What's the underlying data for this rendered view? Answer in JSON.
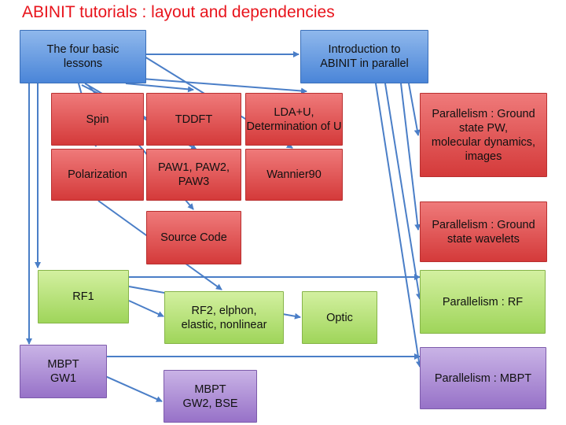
{
  "title": "ABINIT tutorials : layout and dependencies",
  "colors": {
    "title": "#e8141c",
    "arrow": "#4a7ec7",
    "blue": "#4a85d8",
    "red": "#d43a3a",
    "green": "#9fd55a",
    "purple": "#9772c8"
  },
  "boxes": {
    "basic": "The four basic\nlessons",
    "parallel_intro": "Introduction to\nABINIT in parallel",
    "spin": "Spin",
    "tddft": "TDDFT",
    "ldau": "LDA+U,\nDetermination of U",
    "polarization": "Polarization",
    "paw": "PAW1, PAW2,\nPAW3",
    "wannier": "Wannier90",
    "source": "Source Code",
    "par_gs_pw": "Parallelism : Ground\nstate PW,\nmolecular dynamics,\nimages",
    "par_gs_wav": "Parallelism : Ground\nstate wavelets",
    "rf1": "RF1",
    "rf2": "RF2, elphon,\nelastic, nonlinear",
    "optic": "Optic",
    "par_rf": "Parallelism : RF",
    "mbpt1": "MBPT\nGW1",
    "mbpt2": "MBPT\nGW2, BSE",
    "par_mbpt": "Parallelism : MBPT"
  }
}
